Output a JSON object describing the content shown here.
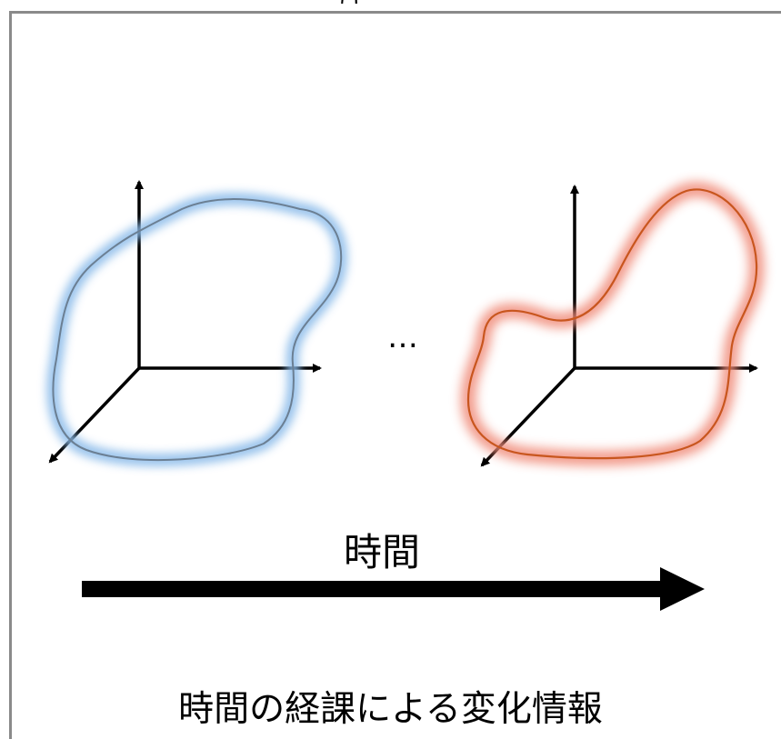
{
  "top_cut_text": "は",
  "ellipsis": "…",
  "time_arrow_label": "時間",
  "caption": "時間の経課による変化情報",
  "colors": {
    "shape_early": "#6fa3d8",
    "shape_late": "#e8703a",
    "frame": "#8a8a8a",
    "axes": "#000000"
  }
}
